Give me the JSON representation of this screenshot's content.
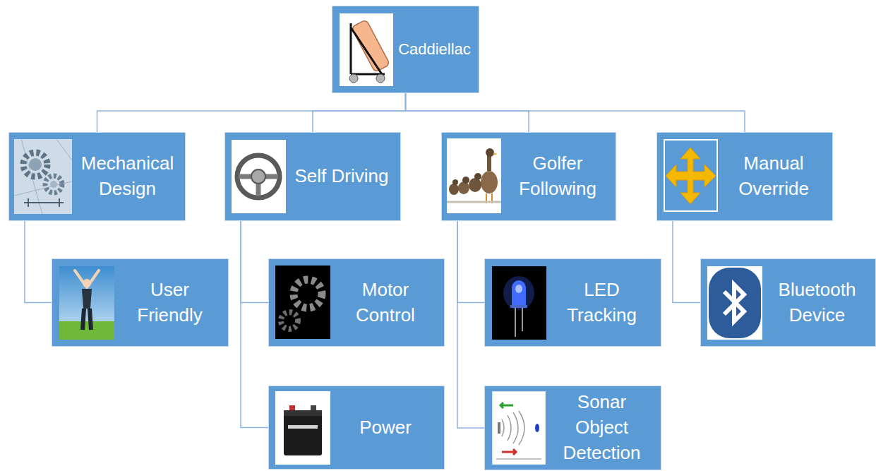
{
  "diagram": {
    "nodes": [
      {
        "text": [
          "Caddiellac"
        ]
      },
      {
        "text": [
          "Mechanical Design"
        ]
      },
      {
        "text": [
          "Self Driving"
        ]
      },
      {
        "text": [
          "Golfer Following"
        ]
      },
      {
        "text": [
          "Manual Override"
        ]
      },
      {
        "text": [
          "User Friendly"
        ]
      },
      {
        "text": [
          "Motor Control"
        ]
      },
      {
        "text": [
          "Power"
        ]
      },
      {
        "text": [
          "LED Tracking"
        ]
      },
      {
        "text": [
          "Sonar Object Detection"
        ]
      },
      {
        "text": [
          "Bluetooth Device"
        ]
      }
    ],
    "edges": [
      {
        "from": 0,
        "to": 1,
        "arrow": "none"
      },
      {
        "from": 0,
        "to": 2,
        "arrow": "none"
      },
      {
        "from": 0,
        "to": 3,
        "arrow": "none"
      },
      {
        "from": 0,
        "to": 4,
        "arrow": "none"
      },
      {
        "from": 1,
        "to": 5,
        "arrow": "none"
      },
      {
        "from": 2,
        "to": 6,
        "arrow": "none"
      },
      {
        "from": 2,
        "to": 7,
        "arrow": "none"
      },
      {
        "from": 3,
        "to": 8,
        "arrow": "none"
      },
      {
        "from": 3,
        "to": 9,
        "arrow": "none"
      },
      {
        "from": 4,
        "to": 10,
        "arrow": "none"
      }
    ]
  }
}
